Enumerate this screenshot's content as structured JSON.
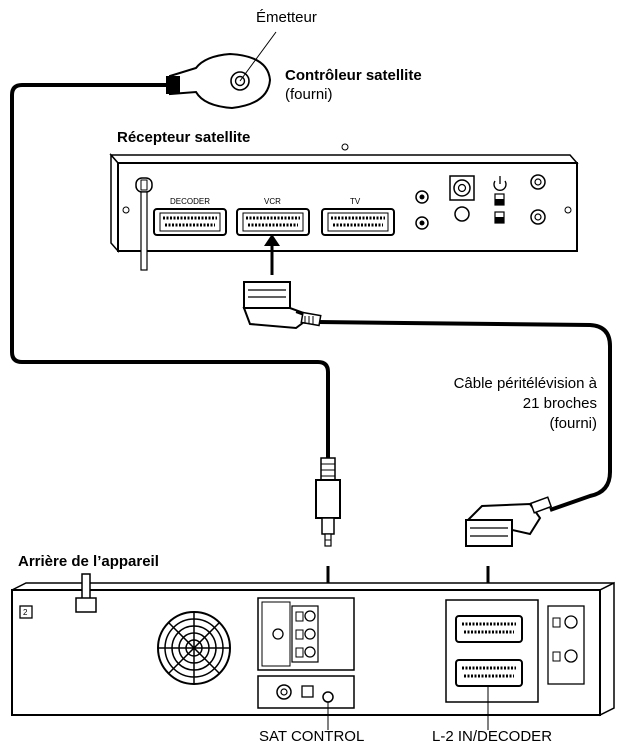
{
  "labels": {
    "emitter": "Émetteur",
    "controller_title": "Contrôleur satellite",
    "controller_note": "(fourni)",
    "receiver_title": "Récepteur satellite",
    "scart_decoder": "DECODER",
    "scart_vcr": "VCR",
    "scart_tv": "TV",
    "cable_line1": "Câble péritélévision à",
    "cable_line2": "21 broches",
    "cable_line3": "(fourni)",
    "rear_title": "Arrière de l’appareil",
    "badge": "2",
    "sat_control": "SAT CONTROL",
    "l2_decoder": "L-2 IN/DECODER"
  }
}
